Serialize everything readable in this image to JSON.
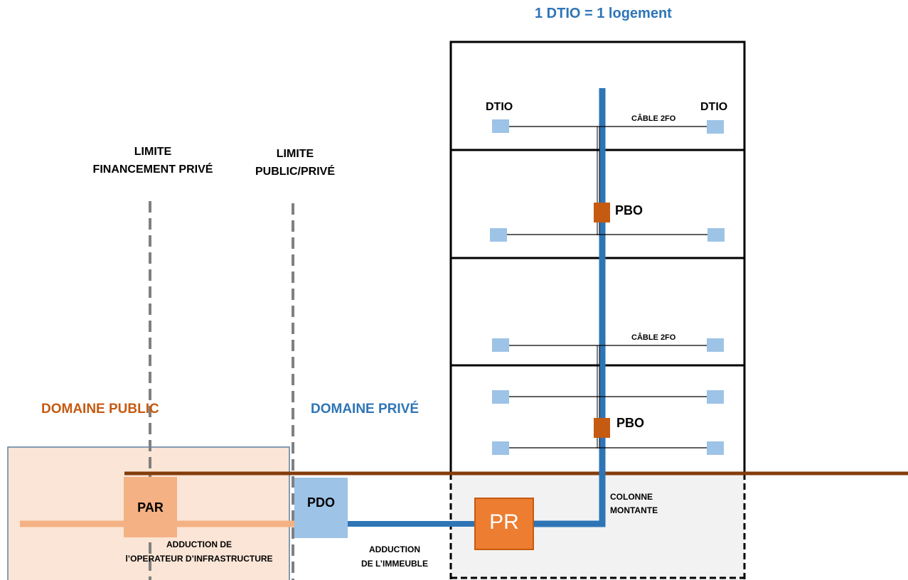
{
  "header": {
    "title": "1 DTIO = 1 logement"
  },
  "limits": {
    "financement_prive": {
      "line1": "LIMITE",
      "line2": "FINANCEMENT PRIVÉ"
    },
    "public_prive": {
      "line1": "LIMITE",
      "line2": "PUBLIC/PRIVÉ"
    }
  },
  "domains": {
    "public": "DOMAINE PUBLIC",
    "prive": "DOMAINE PRIVÉ"
  },
  "building": {
    "dtio_left": "DTIO",
    "dtio_right": "DTIO",
    "cable_top": "CÂBLE 2FO",
    "cable_mid": "CÂBLE 2FO",
    "pbo_upper": "PBO",
    "pbo_lower": "PBO",
    "colonne_line1": "COLONNE",
    "colonne_line2": "MONTANTE"
  },
  "nodes": {
    "par": "PAR",
    "pdo": "PDO",
    "pr": "PR"
  },
  "adductions": {
    "operateur_line1": "ADDUCTION DE",
    "operateur_line2": "l’OPERATEUR D’INFRASTRUCTURE",
    "immeuble_line1": "ADDUCTION",
    "immeuble_line2": "DE L’IMMEUBLE"
  },
  "colors": {
    "blue_text": "#2e75b6",
    "orange_text": "#c55a11",
    "riser_blue": "#2e75b6",
    "dtio_blue": "#9dc3e6",
    "pbo_orange": "#c55a11",
    "pr_orange": "#ed7d31",
    "par_salmon": "#f4b183",
    "public_zone": "#fbe5d6",
    "basement_grey": "#f2f2f2",
    "ground_brown": "#843c0c"
  }
}
